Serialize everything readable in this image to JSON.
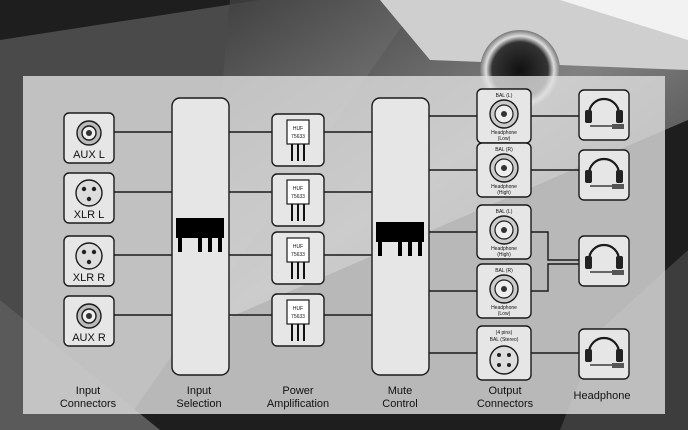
{
  "input_connectors": [
    "AUX L",
    "XLR L",
    "XLR R",
    "AUX R"
  ],
  "transistor": {
    "line1": "HUF",
    "line2": "75633"
  },
  "output_connectors": [
    {
      "top": "BAL (L)",
      "bottom1": "Headphone",
      "bottom2": "(Low)"
    },
    {
      "top": "BAL (R)",
      "bottom1": "Headphone",
      "bottom2": "(High)"
    },
    {
      "top": "BAL (L)",
      "bottom1": "Headphone",
      "bottom2": "(High)"
    },
    {
      "top": "BAL (R)",
      "bottom1": "Headphone",
      "bottom2": "(Low)"
    },
    {
      "top": "(4 pins)",
      "top2": "BAL (Stereo)"
    }
  ],
  "columns": {
    "input_connectors": [
      "Input",
      "Connectors"
    ],
    "input_selection": [
      "Input",
      "Selection"
    ],
    "power_amplification": [
      "Power",
      "Amplification"
    ],
    "mute_control": [
      "Mute",
      "Control"
    ],
    "output_connectors": [
      "Output",
      "Connectors"
    ],
    "headphone": [
      "Headphone"
    ]
  },
  "colors": {
    "stroke": "#1a1a1a",
    "panel": "#dedede",
    "box_fill": "#e6e6e6",
    "chip": "#000000"
  }
}
